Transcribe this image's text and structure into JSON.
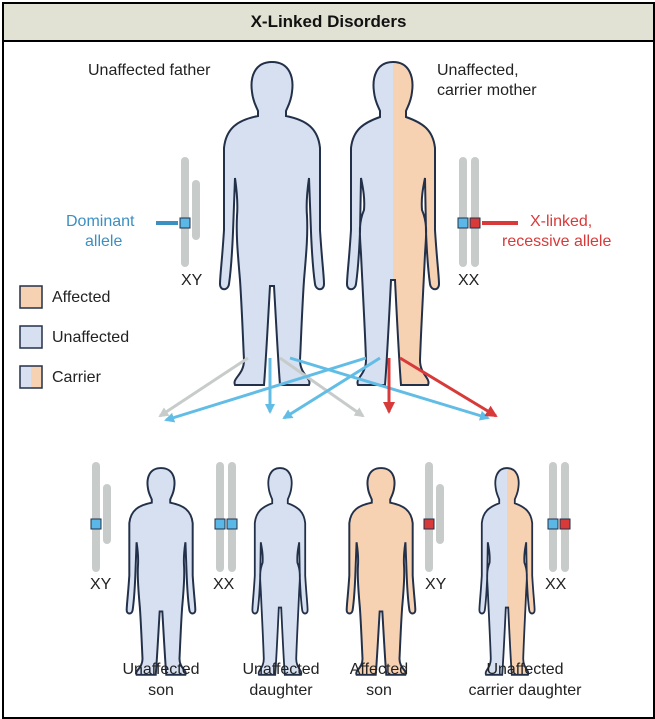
{
  "title": "X-Linked Disorders",
  "colors": {
    "affected": "#f7d2b2",
    "unaffected": "#d6e0f0",
    "outline": "#22304a",
    "chromosome": "#c7ccca",
    "dominant_allele": "#5bb8e6",
    "recessive_allele": "#d83a3a",
    "dominant_label": "#3b8fc2",
    "recessive_label": "#d83a3a",
    "gray_arrow": "#c7ccca",
    "blue_arrow": "#62bde6",
    "red_arrow": "#d83a3a"
  },
  "parents": {
    "father_label": "Unaffected father",
    "mother_label_line1": "Unaffected,",
    "mother_label_line2": "carrier mother",
    "father_genotype": "XY",
    "mother_genotype": "XX"
  },
  "alleles": {
    "dominant_line1": "Dominant",
    "dominant_line2": "allele",
    "recessive_line1": "X-linked,",
    "recessive_line2": "recessive allele"
  },
  "legend": {
    "affected": "Affected",
    "unaffected": "Unaffected",
    "carrier": "Carrier"
  },
  "children": [
    {
      "line1": "Unaffected",
      "line2": "son",
      "genotype": "XY",
      "status": "unaffected"
    },
    {
      "line1": "Unaffected",
      "line2": "daughter",
      "genotype": "XX",
      "status": "unaffected"
    },
    {
      "line1": "Affected",
      "line2": "son",
      "genotype": "XY",
      "status": "affected"
    },
    {
      "line1": "Unaffected",
      "line2": "carrier daughter",
      "genotype": "XX",
      "status": "carrier"
    }
  ]
}
